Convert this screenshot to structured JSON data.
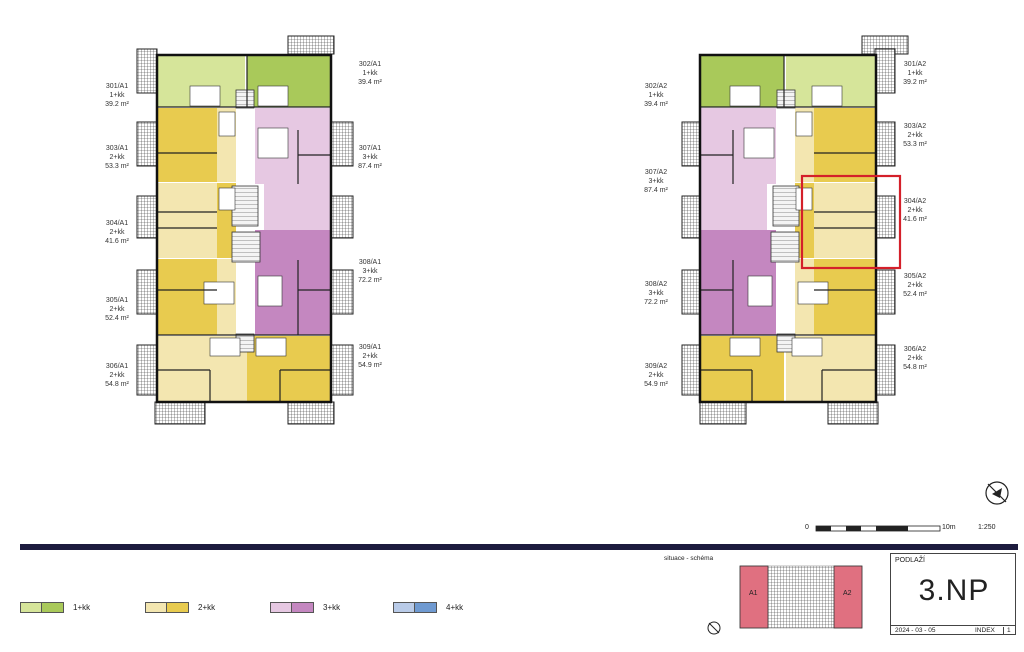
{
  "units_left": [
    {
      "id": "301/A1",
      "type": "1+kk",
      "area": "39.2 m²"
    },
    {
      "id": "302/A1",
      "type": "1+kk",
      "area": "39.4 m²"
    },
    {
      "id": "303/A1",
      "type": "2+kk",
      "area": "53.3 m²"
    },
    {
      "id": "307/A1",
      "type": "3+kk",
      "area": "87.4 m²"
    },
    {
      "id": "304/A1",
      "type": "2+kk",
      "area": "41.6 m²"
    },
    {
      "id": "308/A1",
      "type": "3+kk",
      "area": "72.2 m²"
    },
    {
      "id": "305/A1",
      "type": "2+kk",
      "area": "52.4 m²"
    },
    {
      "id": "309/A1",
      "type": "2+kk",
      "area": "54.9 m²"
    },
    {
      "id": "306/A1",
      "type": "2+kk",
      "area": "54.8 m²"
    }
  ],
  "units_right": [
    {
      "id": "302/A2",
      "type": "1+kk",
      "area": "39.4 m²"
    },
    {
      "id": "301/A2",
      "type": "1+kk",
      "area": "39.2 m²"
    },
    {
      "id": "303/A2",
      "type": "2+kk",
      "area": "53.3 m²"
    },
    {
      "id": "307/A2",
      "type": "3+kk",
      "area": "87.4 m²"
    },
    {
      "id": "304/A2",
      "type": "2+kk",
      "area": "41.6 m²"
    },
    {
      "id": "305/A2",
      "type": "2+kk",
      "area": "52.4 m²"
    },
    {
      "id": "308/A2",
      "type": "3+kk",
      "area": "72.2 m²"
    },
    {
      "id": "306/A2",
      "type": "2+kk",
      "area": "54.8 m²"
    },
    {
      "id": "309/A2",
      "type": "2+kk",
      "area": "54.9 m²"
    }
  ],
  "legend": [
    {
      "label": "1+kk",
      "light": "#d6e59a",
      "dark": "#a9c95a"
    },
    {
      "label": "2+kk",
      "light": "#f3e6b0",
      "dark": "#e8cb4f"
    },
    {
      "label": "3+kk",
      "light": "#e6c8e2",
      "dark": "#c487c0"
    },
    {
      "label": "4+kk",
      "light": "#b9cbe8",
      "dark": "#6f9ad1"
    }
  ],
  "scale": {
    "start": "0",
    "end": "10m",
    "ratio": "1:250"
  },
  "situace": {
    "caption": "situace - schéma",
    "block_a": "A1",
    "block_b": "A2"
  },
  "titleblock": {
    "podlazi_label": "PODLAŽÍ",
    "floor": "3.NP",
    "date": "2024 - 03 - 05",
    "index_label": "INDEX",
    "index_value": "1"
  },
  "highlight_unit": "304/A2"
}
